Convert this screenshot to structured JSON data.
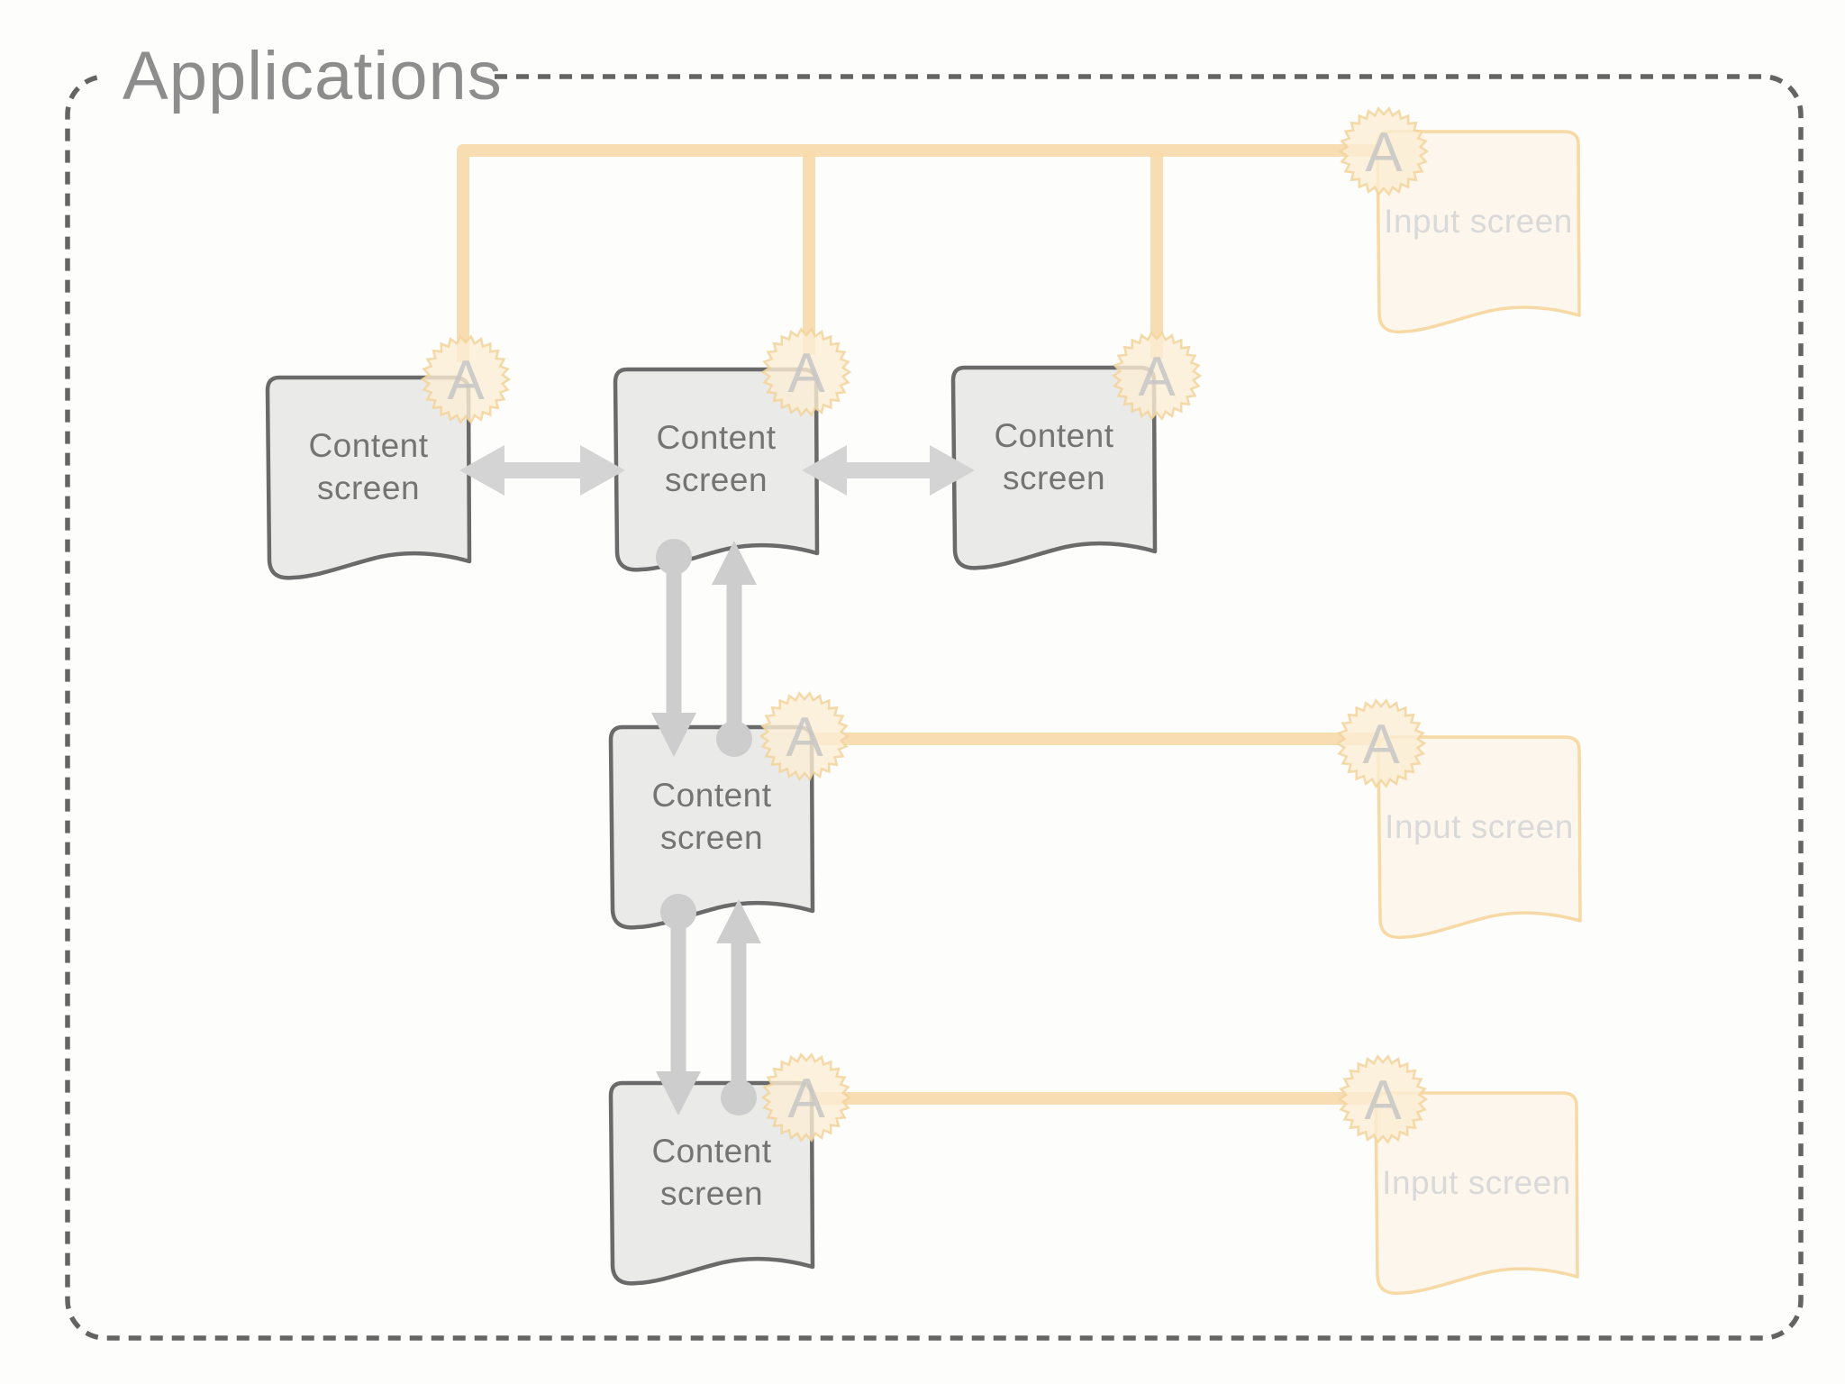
{
  "title": "Applications",
  "badge_label": "A",
  "content_screens": [
    {
      "label": "Content screen"
    },
    {
      "label": "Content screen"
    },
    {
      "label": "Content screen"
    },
    {
      "label": "Content screen"
    },
    {
      "label": "Content screen"
    }
  ],
  "input_screens": [
    {
      "label": "Input screen"
    },
    {
      "label": "Input screen"
    },
    {
      "label": "Input screen"
    }
  ],
  "colors": {
    "connector_orange": "#f8daab",
    "arrow_gray": "#d4d4d4",
    "content_fill": "#eaeae9",
    "content_border": "#6a6a6a",
    "content_text": "#747474",
    "input_fill": "#fdf6ec",
    "input_border": "#f6d9a4",
    "input_text": "#d9d9d9",
    "frame_dash": "#646464",
    "title_text": "#8d8d8d",
    "badge_fill": "#fbeed3",
    "badge_letter": "#c6c6c6"
  }
}
